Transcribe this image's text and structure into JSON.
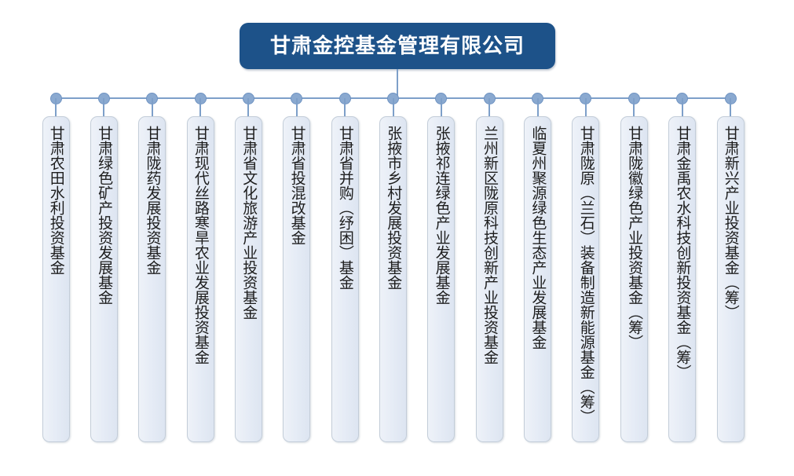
{
  "chart_data": {
    "type": "diagram",
    "diagram_kind": "organization-chart",
    "title": "甘肃金控基金管理有限公司",
    "layout": "single root with horizontal bus and 15 vertical leaf nodes",
    "root": {
      "label": "甘肃金控基金管理有限公司"
    },
    "leaf_count": 15,
    "leaves": [
      {
        "index": 1,
        "label": "甘肃农田水利投资基金"
      },
      {
        "index": 2,
        "label": "甘肃绿色矿产投资发展基金"
      },
      {
        "index": 3,
        "label": "甘肃陇药发展投资基金"
      },
      {
        "index": 4,
        "label": "甘肃现代丝路寒旱农业发展投资基金"
      },
      {
        "index": 5,
        "label": "甘肃省文化旅游产业投资基金"
      },
      {
        "index": 6,
        "label": "甘肃省投混改基金"
      },
      {
        "index": 7,
        "label": "甘肃省并购（纾困）基金"
      },
      {
        "index": 8,
        "label": "张掖市乡村发展投资基金"
      },
      {
        "index": 9,
        "label": "张掖祁连绿色产业发展基金"
      },
      {
        "index": 10,
        "label": "兰州新区陇原科技创新产业投资基金"
      },
      {
        "index": 11,
        "label": "临夏州聚源绿色生态产业发展基金"
      },
      {
        "index": 12,
        "label": "甘肃陇原（兰石）装备制造新能源基金（筹）"
      },
      {
        "index": 13,
        "label": "甘肃陇徽绿色产业投资基金（筹）"
      },
      {
        "index": 14,
        "label": "甘肃金禹农水科技创新投资基金（筹）"
      },
      {
        "index": 15,
        "label": "甘肃新兴产业投资基金（筹）"
      }
    ]
  },
  "colors": {
    "root_fill": "#1d5289",
    "root_text": "#ffffff",
    "connector": "#7d9fc9",
    "dot_fill": "#8aa9d0",
    "dot_stroke": "#6f93c2",
    "leaf_fill_light": "#eef2f8",
    "leaf_fill_dark": "#dde5f1",
    "leaf_border": "#c3cdd9",
    "leaf_text": "#1d1d1d",
    "background": "#ffffff"
  }
}
